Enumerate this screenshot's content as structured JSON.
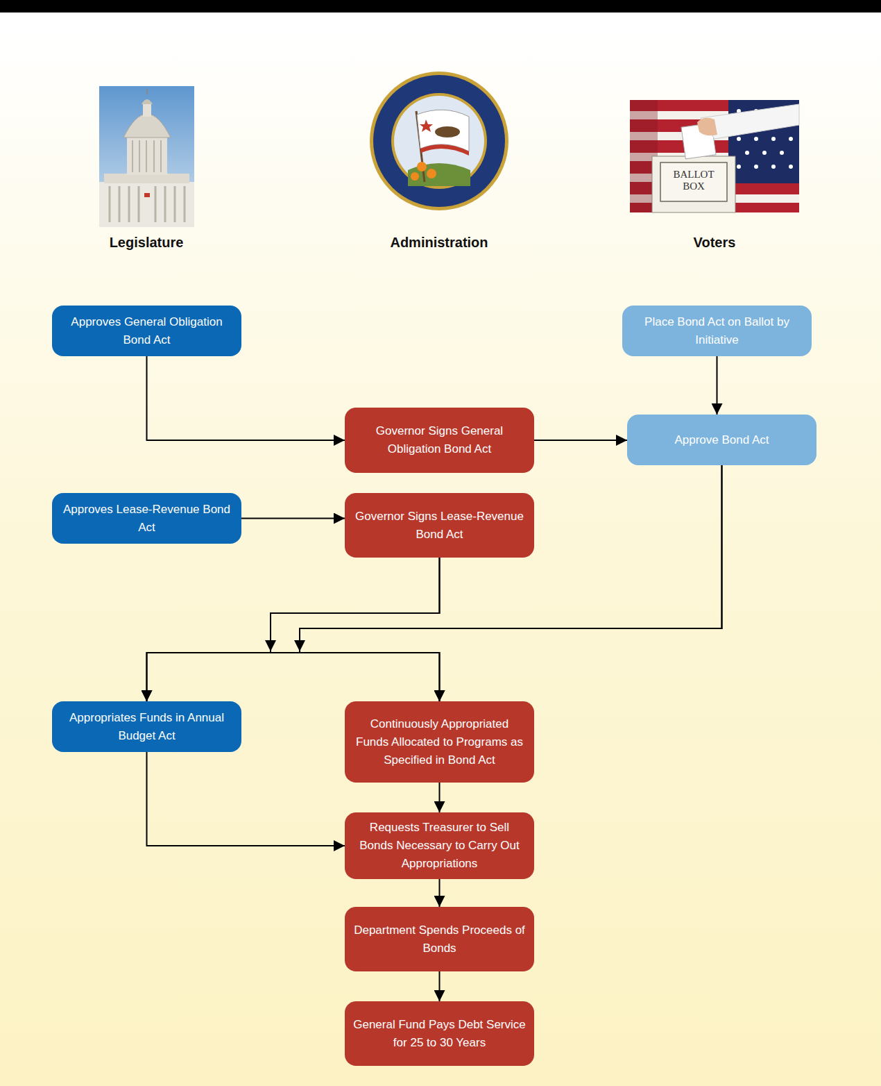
{
  "diagram": {
    "nodes": [
      {
        "text": [
          "Approves General Obligation Bond Act"
        ]
      },
      {
        "text": [
          "Place Bond Act on Ballot by Initiative"
        ]
      },
      {
        "text": [
          "Governor Signs General Obligation Bond Act"
        ]
      },
      {
        "text": [
          "Approve Bond Act"
        ]
      },
      {
        "text": [
          "Approves Lease-Revenue Bond Act"
        ]
      },
      {
        "text": [
          "Governor Signs Lease-Revenue Bond Act"
        ]
      },
      {
        "text": [
          "Appropriates Funds in Annual Budget Act"
        ]
      },
      {
        "text": [
          "Continuously Appropriated Funds Allocated to Programs as Specified in Bond Act"
        ]
      },
      {
        "text": [
          "Requests Treasurer to Sell Bonds Necessary to Carry Out Appropriations"
        ]
      },
      {
        "text": [
          "Department Spends Proceeds of Bonds"
        ]
      },
      {
        "text": [
          "General Fund Pays Debt Service for 25 to 30 Years"
        ]
      }
    ],
    "edges": [
      {
        "from": 0,
        "to": 2,
        "arrow": "to"
      },
      {
        "from": 2,
        "to": 3,
        "arrow": "to"
      },
      {
        "from": 1,
        "to": 3,
        "arrow": "to"
      },
      {
        "from": 4,
        "to": 5,
        "arrow": "to"
      },
      {
        "from": 5,
        "to": 6,
        "arrow": "to"
      },
      {
        "from": 5,
        "to": 7,
        "arrow": "to"
      },
      {
        "from": 3,
        "to": 6,
        "arrow": "to"
      },
      {
        "from": 3,
        "to": 7,
        "arrow": "to"
      },
      {
        "from": 6,
        "to": 8,
        "arrow": "to"
      },
      {
        "from": 7,
        "to": 8,
        "arrow": "to"
      },
      {
        "from": 8,
        "to": 9,
        "arrow": "to"
      },
      {
        "from": 9,
        "to": 10,
        "arrow": "to"
      }
    ],
    "labels": [
      "Legislature",
      "Administration",
      "Voters",
      "BALLOT BOX"
    ]
  }
}
